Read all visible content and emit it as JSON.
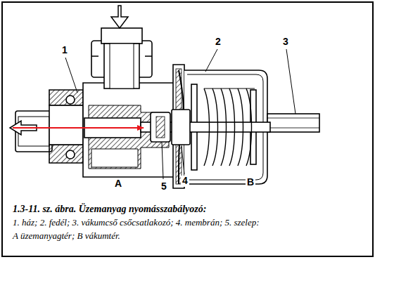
{
  "diagram": {
    "caption": "1.3-11. sz. ábra. Üzemanyag nyomásszabályozó:",
    "labels": [
      "1",
      "2",
      "3",
      "A",
      "5",
      "4",
      "B",
      "1. ház; 2. fedél; 3. vákumcső csőcsatlakozó; 4. membrán; 5. szelep:",
      "A üzemanyagtér; B vákumtér."
    ]
  }
}
